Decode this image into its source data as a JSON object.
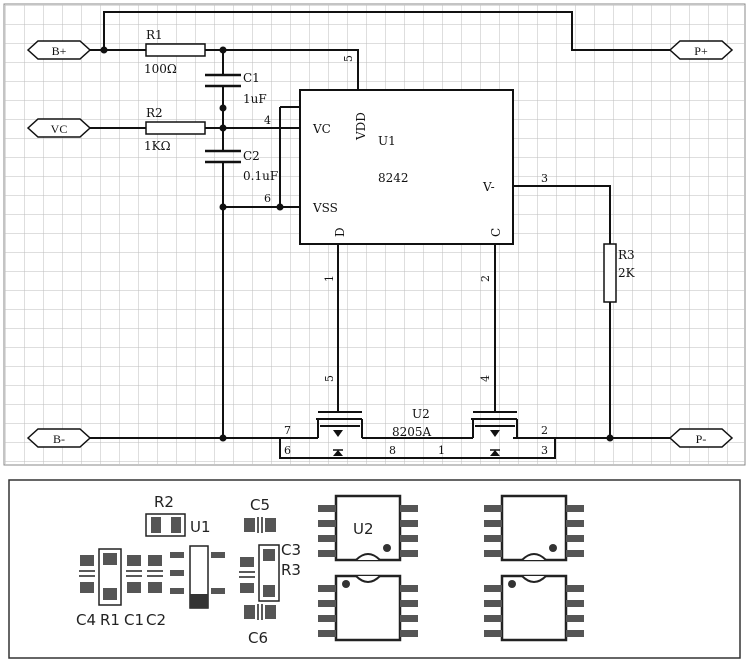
{
  "ports": {
    "b_plus": "B+",
    "vc": "VC",
    "b_minus": "B-",
    "p_plus": "P+",
    "p_minus": "P-"
  },
  "r1": {
    "ref": "R1",
    "value": "100Ω"
  },
  "r2": {
    "ref": "R2",
    "value": "1KΩ"
  },
  "r3": {
    "ref": "R3",
    "value": "2K"
  },
  "c1": {
    "ref": "C1",
    "value": "1uF"
  },
  "c2": {
    "ref": "C2",
    "value": "0.1uF"
  },
  "u1": {
    "ref": "U1",
    "part": "8242",
    "pins": {
      "vc": "VC",
      "vss": "VSS",
      "vdd": "VDD",
      "vminus": "V-",
      "d": "D",
      "c": "C"
    },
    "pin_numbers": {
      "p4": "4",
      "p5": "5",
      "p6": "6",
      "p3": "3",
      "p1": "1",
      "p2": "2"
    }
  },
  "u2": {
    "ref": "U2",
    "part": "8205A",
    "pin_numbers": {
      "p5": "5",
      "p4": "4",
      "p7": "7",
      "p6": "6",
      "p8": "8",
      "p1": "1",
      "p2": "2",
      "p3": "3"
    }
  },
  "pcb": {
    "labels": {
      "r2": "R2",
      "u1": "U1",
      "c5": "C5",
      "c3": "C3",
      "r3": "R3",
      "c6": "C6",
      "u2": "U2",
      "c4": "C4",
      "r1": "R1",
      "c1": "C1",
      "c2": "C2"
    }
  }
}
